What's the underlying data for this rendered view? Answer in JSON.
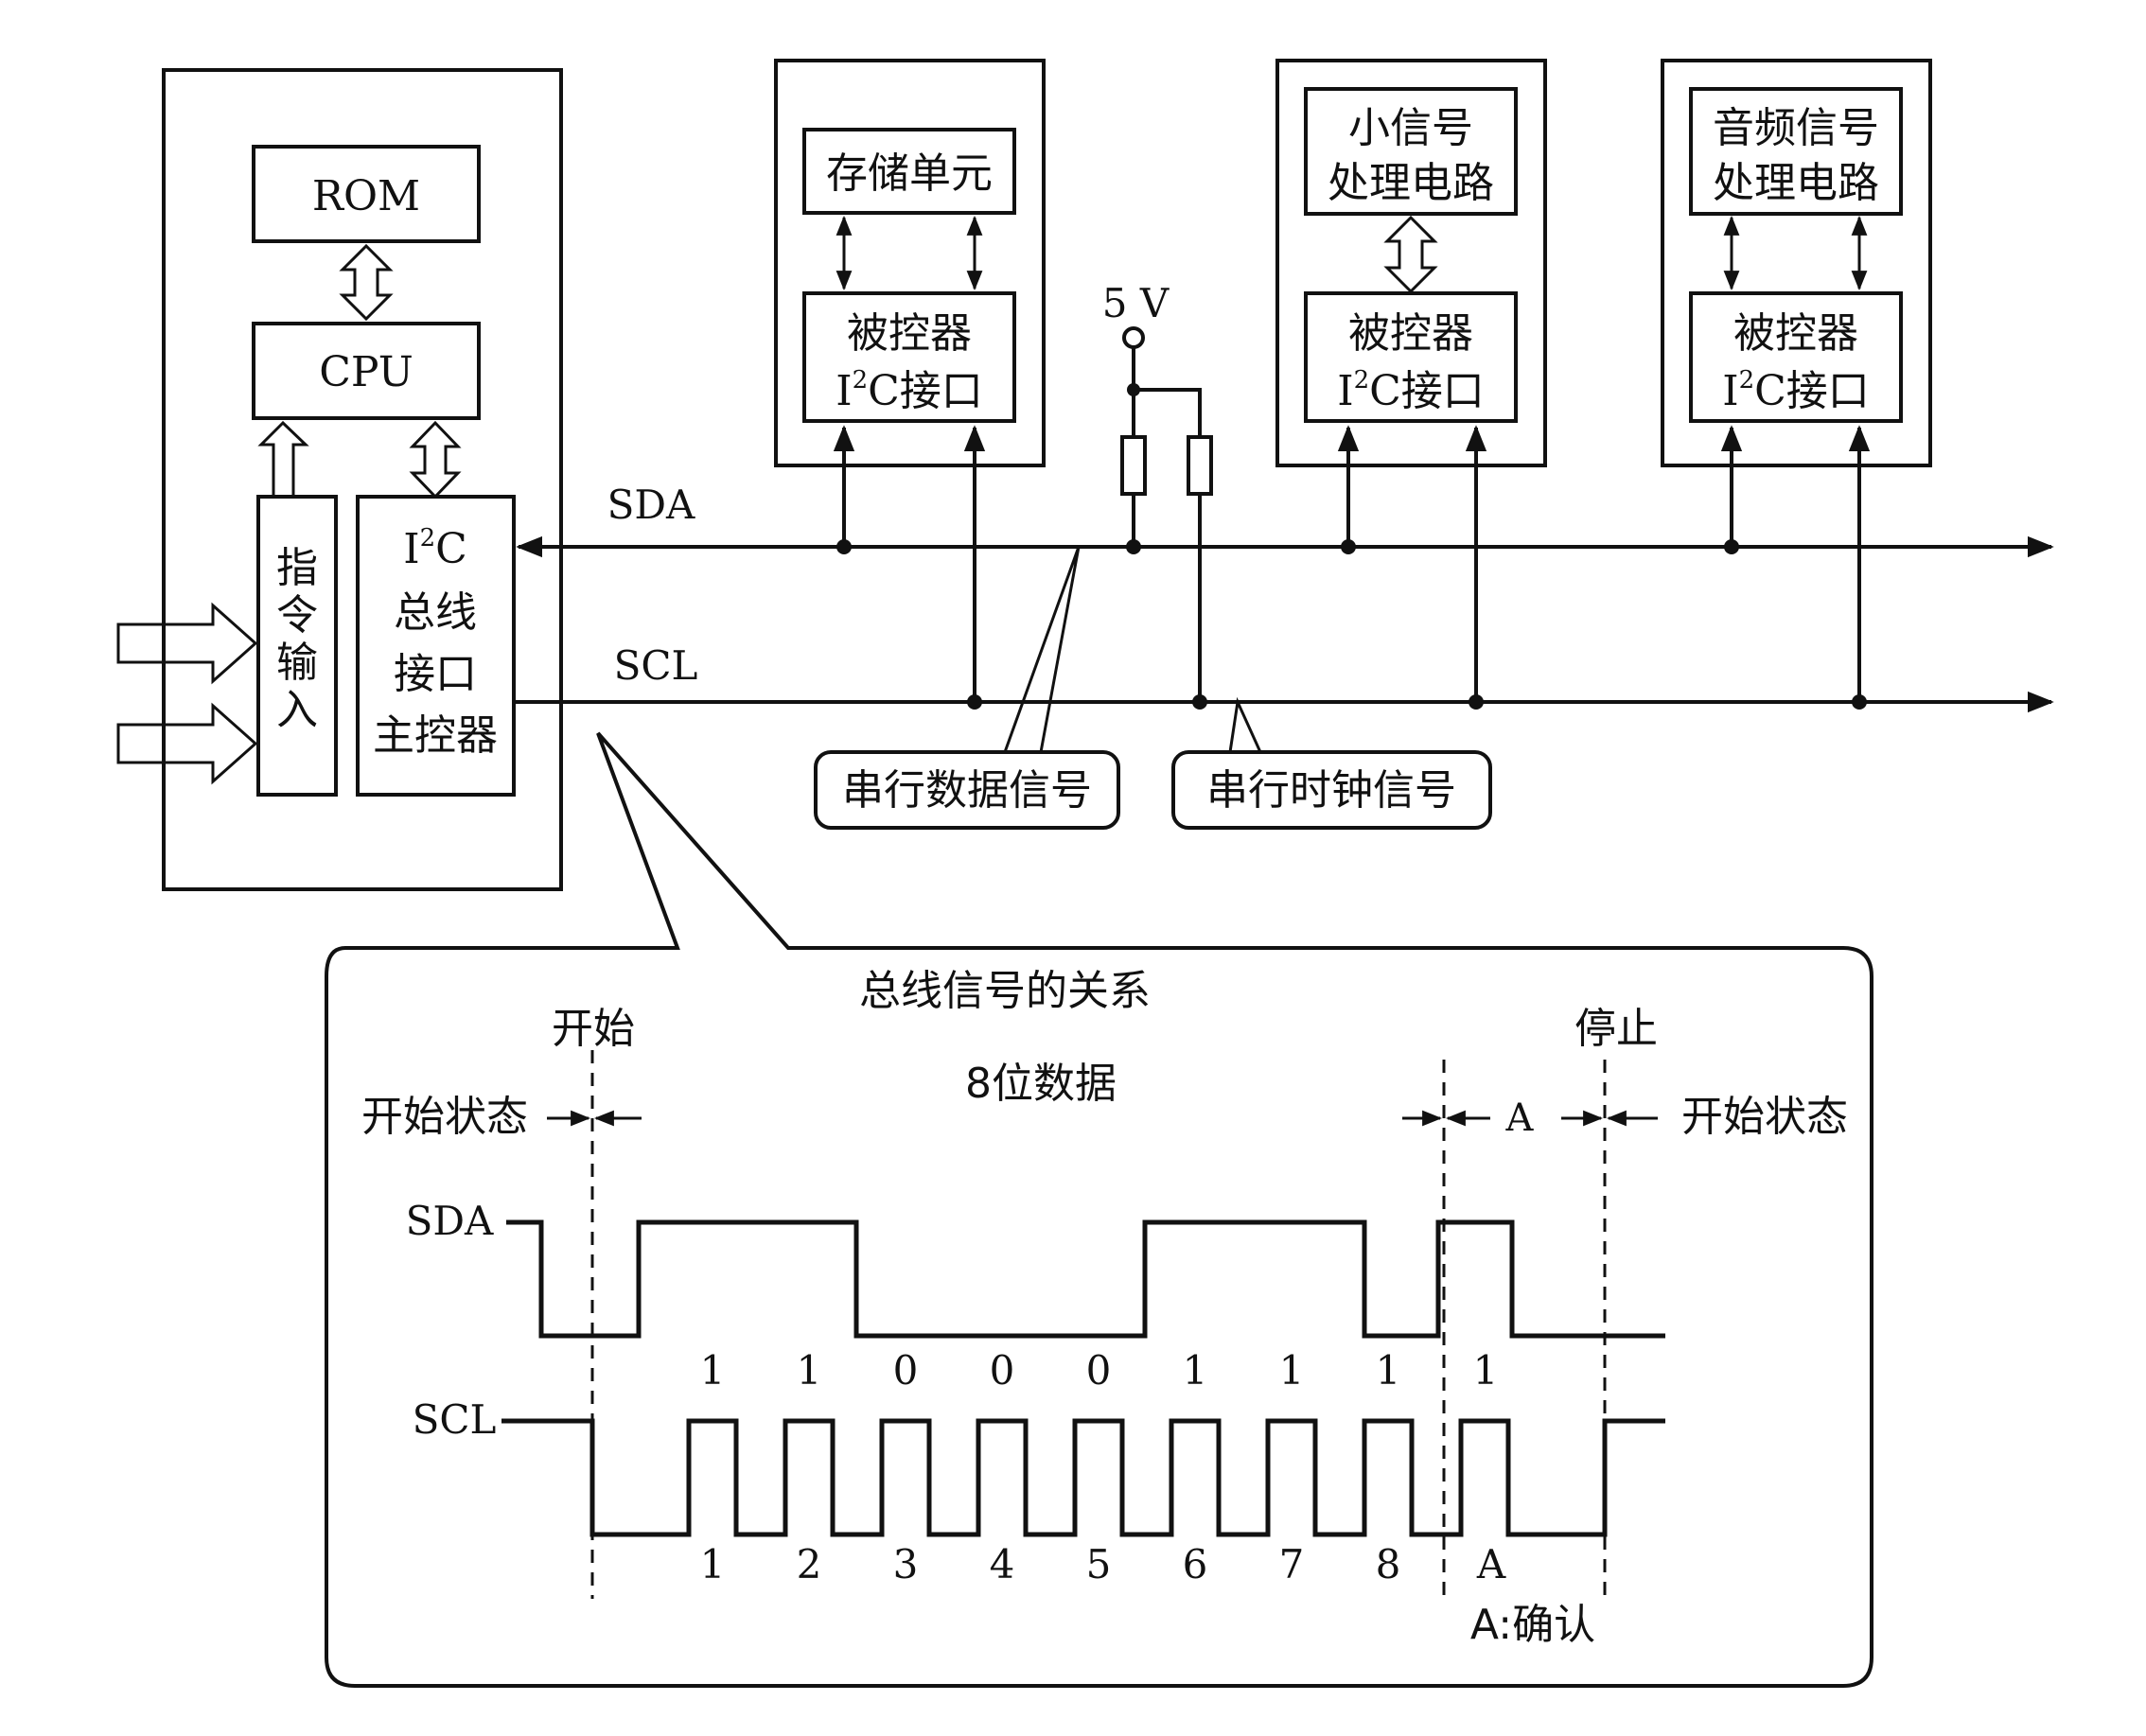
{
  "master": {
    "rom": "ROM",
    "cpu": "CPU",
    "instruction_input": [
      "指",
      "令",
      "输",
      "入"
    ],
    "i2c_master": {
      "i": "I",
      "sup": "2",
      "c": "C",
      "lines": [
        "总线",
        "接口",
        "主控器"
      ]
    }
  },
  "bus": {
    "sda_label": "SDA",
    "scl_label": "SCL",
    "supply_label": "5 V"
  },
  "devices": [
    {
      "unit": [
        "存储单元"
      ],
      "iface_title": "被控器",
      "iface_i": "I",
      "iface_sup": "2",
      "iface_c": "C接口"
    },
    {
      "unit": [
        "小信号",
        "处理电路"
      ],
      "iface_title": "被控器",
      "iface_i": "I",
      "iface_sup": "2",
      "iface_c": "C接口"
    },
    {
      "unit": [
        "音频信号",
        "处理电路"
      ],
      "iface_title": "被控器",
      "iface_i": "I",
      "iface_sup": "2",
      "iface_c": "C接口"
    }
  ],
  "callouts": {
    "serial_data": "串行数据信号",
    "serial_clock": "串行时钟信号"
  },
  "timing": {
    "title": "总线信号的关系",
    "start_label": "开始",
    "stop_label": "停止",
    "start_state": "开始状态",
    "start_state_right": "开始状态",
    "data_bits_label": "8位数据",
    "ack_mark": "A",
    "ack_legend": "A:确认",
    "sda_label": "SDA",
    "scl_label": "SCL",
    "sda_bits": [
      "1",
      "1",
      "0",
      "0",
      "0",
      "1",
      "1",
      "1",
      "1"
    ],
    "scl_pulses": [
      "1",
      "2",
      "3",
      "4",
      "5",
      "6",
      "7",
      "8",
      "A"
    ]
  }
}
